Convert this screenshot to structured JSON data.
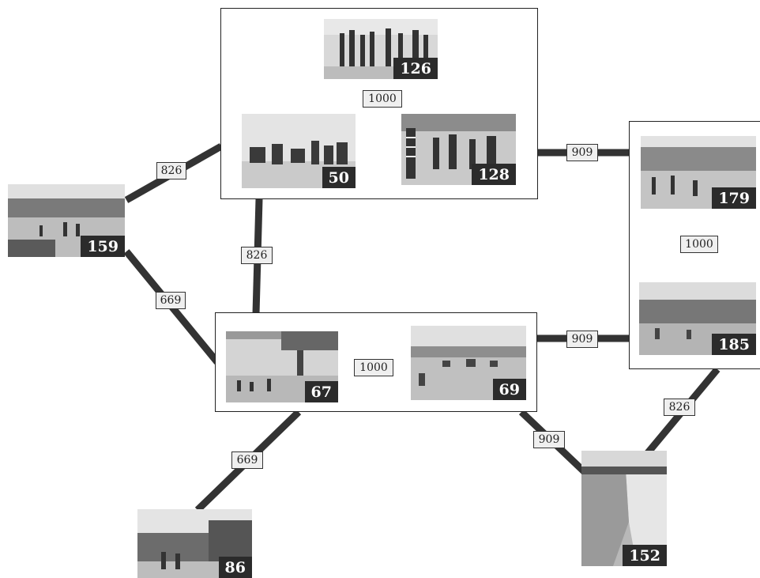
{
  "nodes": [
    {
      "id": "126",
      "label": "126"
    },
    {
      "id": "50",
      "label": "50"
    },
    {
      "id": "128",
      "label": "128"
    },
    {
      "id": "159",
      "label": "159"
    },
    {
      "id": "179",
      "label": "179"
    },
    {
      "id": "185",
      "label": "185"
    },
    {
      "id": "67",
      "label": "67"
    },
    {
      "id": "69",
      "label": "69"
    },
    {
      "id": "86",
      "label": "86"
    },
    {
      "id": "152",
      "label": "152"
    }
  ],
  "edges": [
    {
      "from": "126",
      "to": "50-128",
      "weight": "1000"
    },
    {
      "from": "top-group",
      "to": "159",
      "weight": "826"
    },
    {
      "from": "top-group",
      "to": "right-group",
      "weight": "909"
    },
    {
      "from": "top-group",
      "to": "middle-group",
      "weight": "826"
    },
    {
      "from": "159",
      "to": "middle-group",
      "weight": "669"
    },
    {
      "from": "179",
      "to": "185",
      "weight": "1000"
    },
    {
      "from": "67",
      "to": "69",
      "weight": "1000"
    },
    {
      "from": "middle-group",
      "to": "right-group",
      "weight": "909"
    },
    {
      "from": "middle-group",
      "to": "86",
      "weight": "669"
    },
    {
      "from": "middle-group",
      "to": "152",
      "weight": "909"
    },
    {
      "from": "right-group",
      "to": "152",
      "weight": "826"
    }
  ]
}
